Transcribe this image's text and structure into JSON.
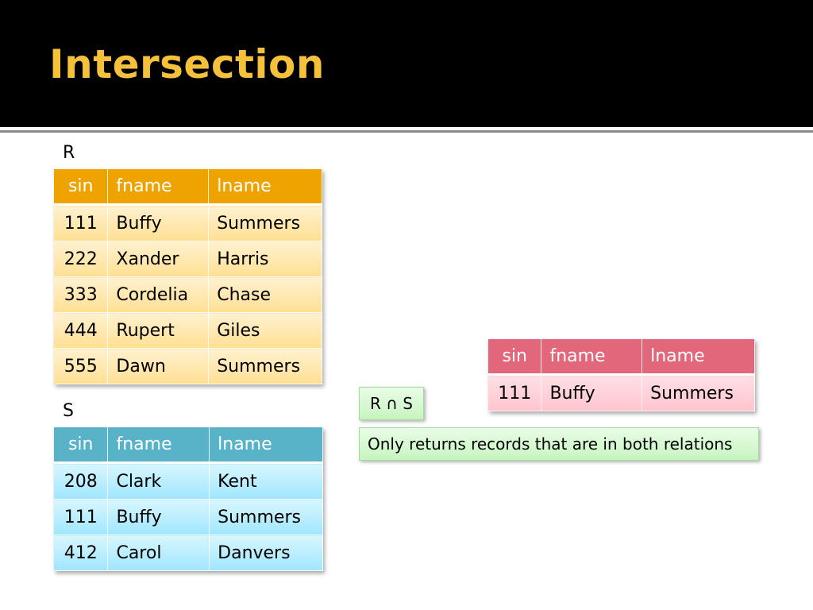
{
  "slide": {
    "title": "Intersection"
  },
  "relation_r": {
    "label": "R",
    "columns": [
      "sin",
      "fname",
      "lname"
    ],
    "rows": [
      [
        "111",
        "Buffy",
        "Summers"
      ],
      [
        "222",
        "Xander",
        "Harris"
      ],
      [
        "333",
        "Cordelia",
        "Chase"
      ],
      [
        "444",
        "Rupert",
        "Giles"
      ],
      [
        "555",
        "Dawn",
        "Summers"
      ]
    ]
  },
  "relation_s": {
    "label": "S",
    "columns": [
      "sin",
      "fname",
      "lname"
    ],
    "rows": [
      [
        "208",
        "Clark",
        "Kent"
      ],
      [
        "111",
        "Buffy",
        "Summers"
      ],
      [
        "412",
        "Carol",
        "Danvers"
      ]
    ]
  },
  "operation": {
    "expression": "R ∩ S"
  },
  "note": {
    "text": "Only returns records that are in both relations"
  },
  "result": {
    "columns": [
      "sin",
      "fname",
      "lname"
    ],
    "rows": [
      [
        "111",
        "Buffy",
        "Summers"
      ]
    ]
  },
  "colors": {
    "title": "#f5c13a",
    "r_header": "#eea300",
    "s_header": "#58b3c9",
    "result_header": "#e2677a",
    "note_fill": "#d9f9d4"
  }
}
